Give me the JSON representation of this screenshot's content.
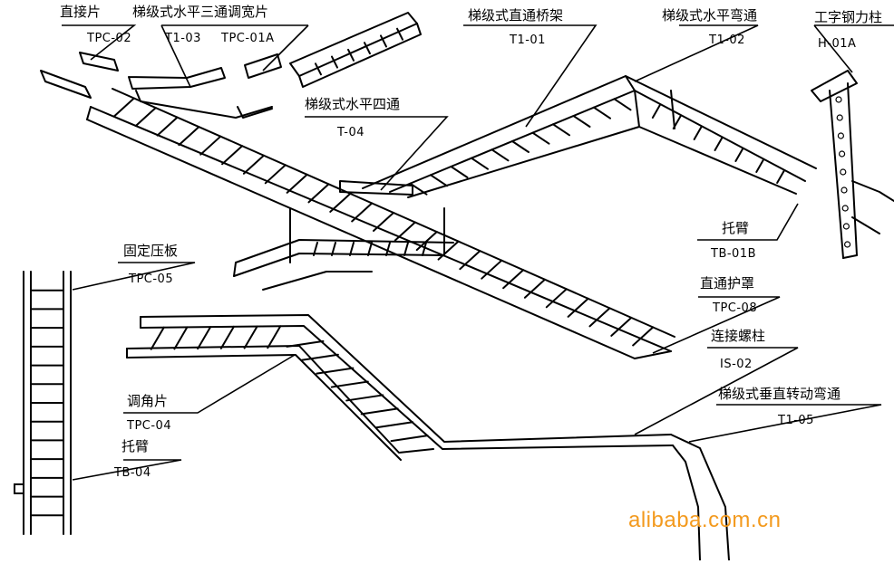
{
  "labels": {
    "straight_splice": {
      "cn": "直接片",
      "code": "TPC-02"
    },
    "tee_adjust": {
      "cn": "梯级式水平三通调宽片",
      "code1": "T1-03",
      "code2": "TPC-01A"
    },
    "straight_tray": {
      "cn": "梯级式直通桥架",
      "code": "T1-01"
    },
    "horizontal_elbow": {
      "cn": "梯级式水平弯通",
      "code": "T1-02"
    },
    "i_beam_column": {
      "cn": "工字钢力柱",
      "code": "H-01A"
    },
    "horizontal_cross": {
      "cn": "梯级式水平四通",
      "code": "T-04"
    },
    "bracket_top": {
      "cn": "托臂",
      "code": "TB-01B"
    },
    "clamp_plate": {
      "cn": "固定压板",
      "code": "TPC-05"
    },
    "straight_cover": {
      "cn": "直通护罩",
      "code": "TPC-08"
    },
    "connecting_bolt": {
      "cn": "连接螺柱",
      "code": "IS-02"
    },
    "angle_splice": {
      "cn": "调角片",
      "code": "TPC-04"
    },
    "vertical_elbow": {
      "cn": "梯级式垂直转动弯通",
      "code": "T1-05"
    },
    "bracket_left": {
      "cn": "托臂",
      "code": "TB-04"
    }
  },
  "watermark": "alibaba.com.cn"
}
